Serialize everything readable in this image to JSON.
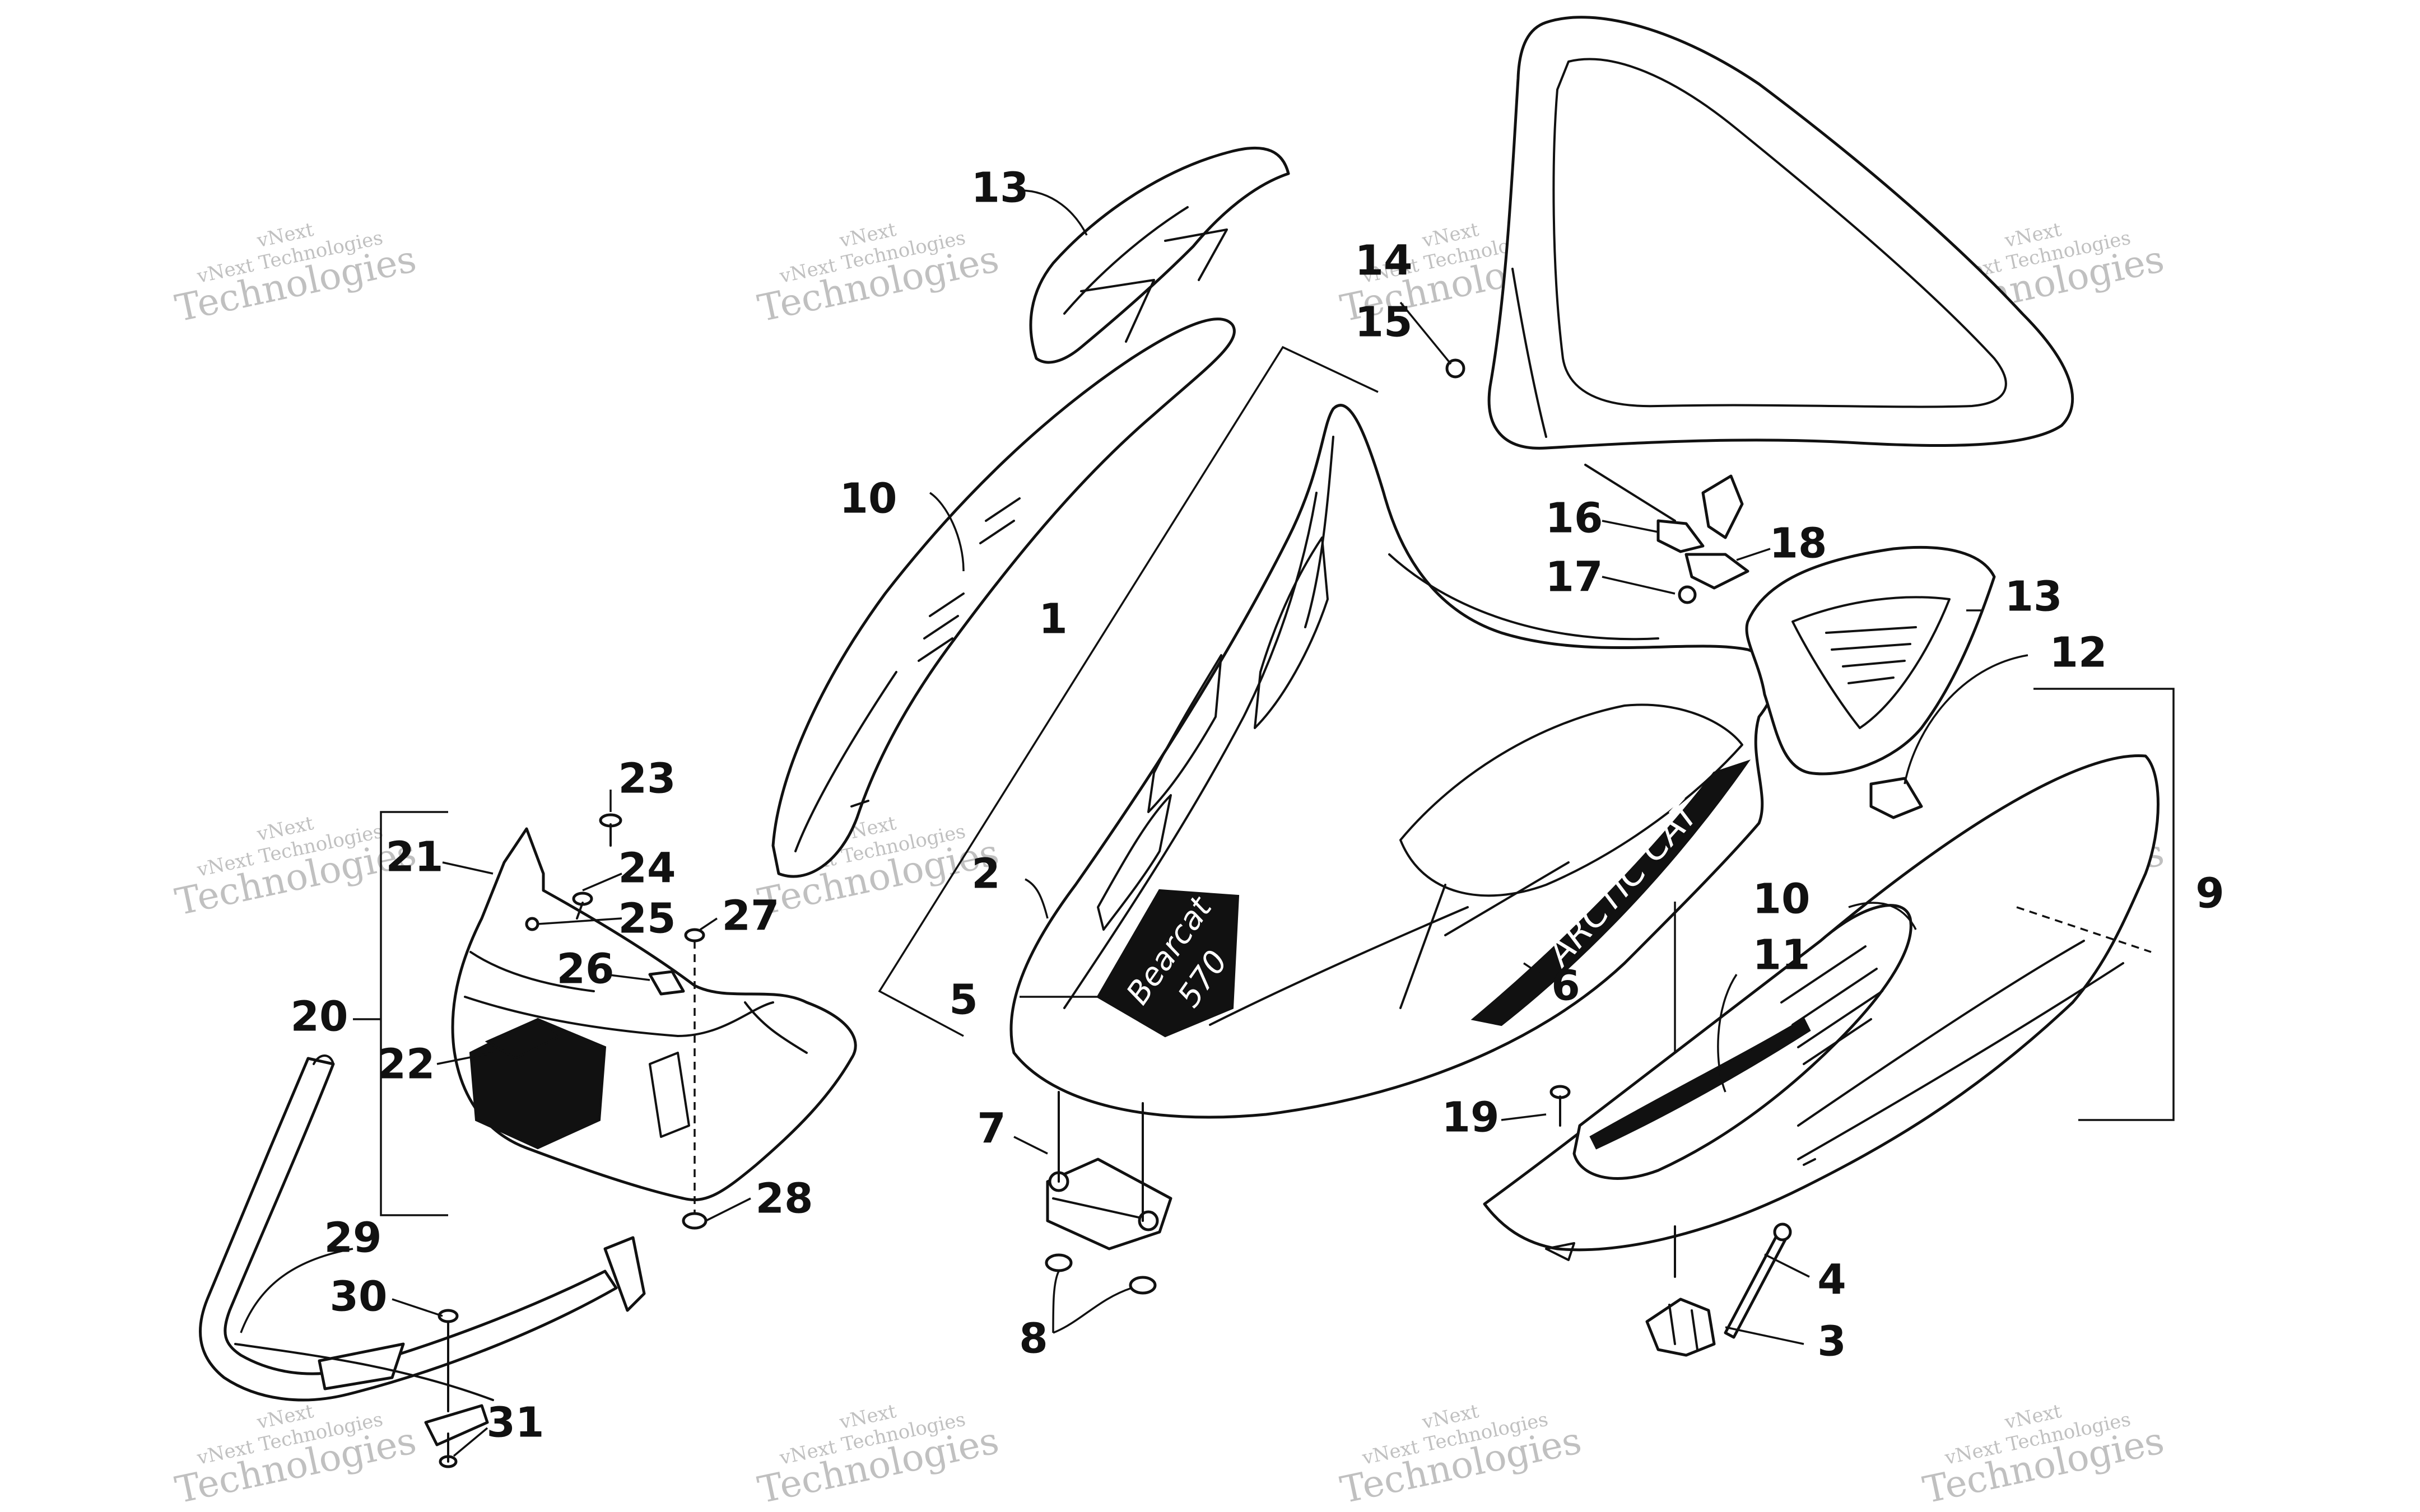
{
  "callouts": [
    {
      "id": "1",
      "label": "1"
    },
    {
      "id": "2",
      "label": "2"
    },
    {
      "id": "3",
      "label": "3"
    },
    {
      "id": "4",
      "label": "4"
    },
    {
      "id": "5",
      "label": "5"
    },
    {
      "id": "6",
      "label": "6"
    },
    {
      "id": "7",
      "label": "7"
    },
    {
      "id": "8",
      "label": "8"
    },
    {
      "id": "9",
      "label": "9"
    },
    {
      "id": "10a",
      "label": "10"
    },
    {
      "id": "10b",
      "label": "10"
    },
    {
      "id": "11",
      "label": "11"
    },
    {
      "id": "12",
      "label": "12"
    },
    {
      "id": "13a",
      "label": "13"
    },
    {
      "id": "13b",
      "label": "13"
    },
    {
      "id": "14",
      "label": "14"
    },
    {
      "id": "15",
      "label": "15"
    },
    {
      "id": "16",
      "label": "16"
    },
    {
      "id": "17",
      "label": "17"
    },
    {
      "id": "18",
      "label": "18"
    },
    {
      "id": "19",
      "label": "19"
    },
    {
      "id": "20",
      "label": "20"
    },
    {
      "id": "21",
      "label": "21"
    },
    {
      "id": "22",
      "label": "22"
    },
    {
      "id": "23",
      "label": "23"
    },
    {
      "id": "24",
      "label": "24"
    },
    {
      "id": "25",
      "label": "25"
    },
    {
      "id": "26",
      "label": "26"
    },
    {
      "id": "27",
      "label": "27"
    },
    {
      "id": "28",
      "label": "28"
    },
    {
      "id": "29",
      "label": "29"
    },
    {
      "id": "30",
      "label": "30"
    },
    {
      "id": "31",
      "label": "31"
    }
  ],
  "decals": {
    "hood_logo_1": "Bearcat",
    "hood_logo_2": "570",
    "side_logo": "ARCTIC CAT"
  },
  "watermark": {
    "line1": "vNext",
    "line2": "vNext Technologies",
    "line3": "Technologies"
  }
}
